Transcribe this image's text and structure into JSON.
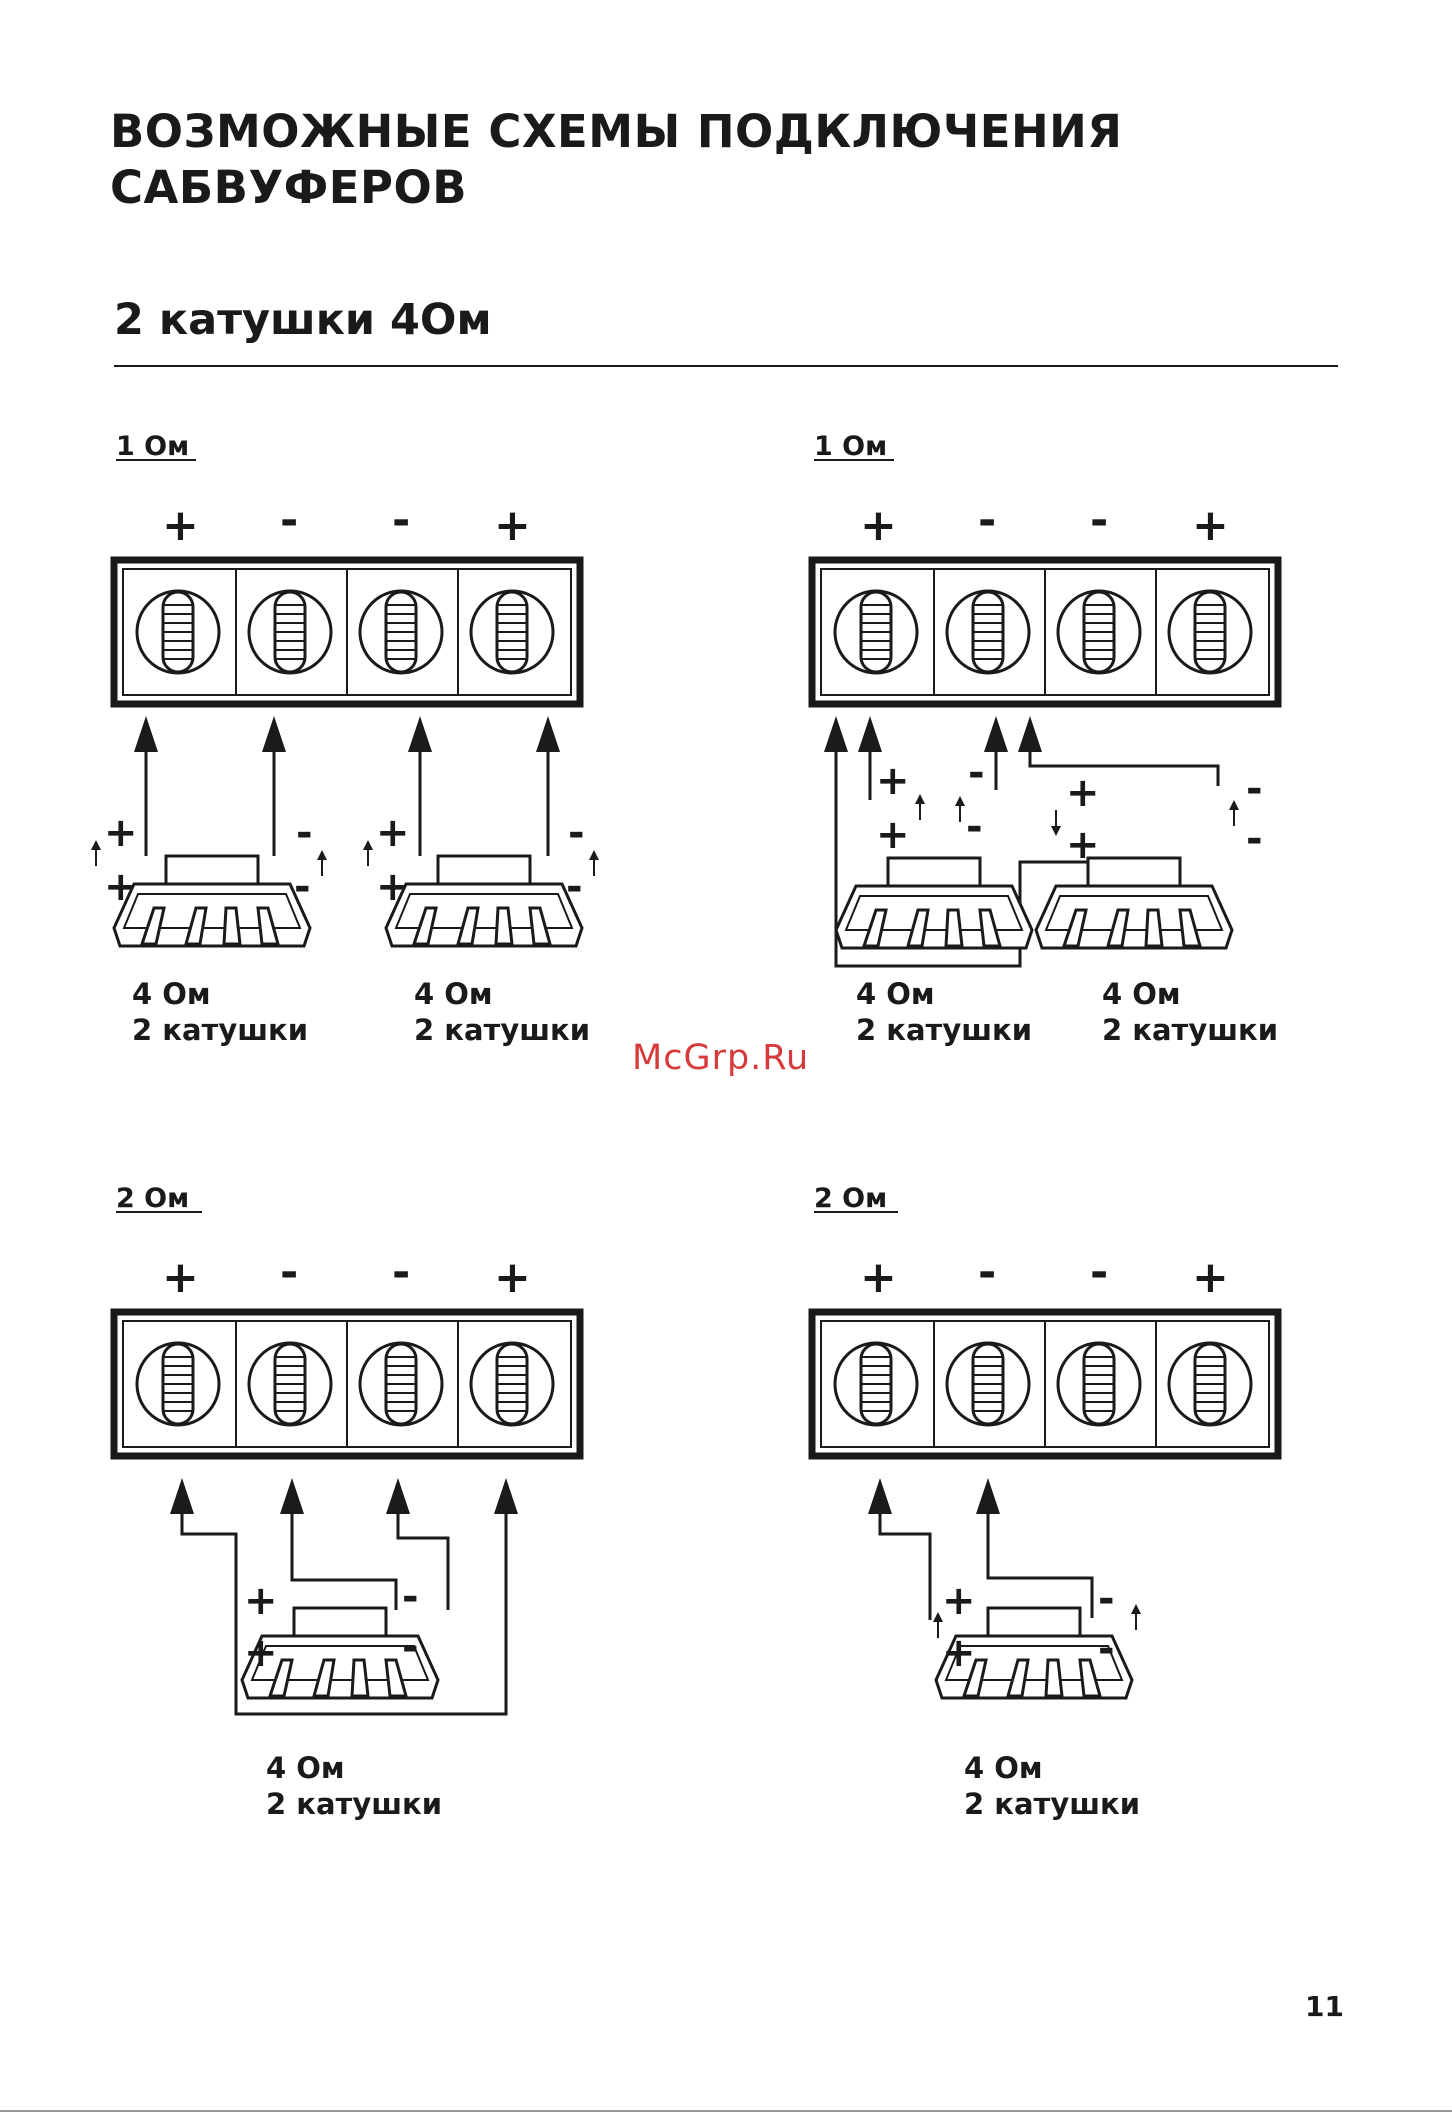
{
  "page": {
    "title_line1": "ВОЗМОЖНЫЕ СХЕМЫ ПОДКЛЮЧЕНИЯ",
    "title_line2": "САБВУФЕРОВ",
    "section_title": "2 катушки 4Ом",
    "watermark": "McGrp.Ru",
    "page_number": "11"
  },
  "terminal_polarity": [
    "+",
    "-",
    "-",
    "+"
  ],
  "coil_polarity": [
    "+",
    "-"
  ],
  "diagrams": [
    {
      "impedance": "1 Ом",
      "speakers": [
        {
          "impedance": "4 Ом",
          "coils": "2 катушки"
        },
        {
          "impedance": "4 Ом",
          "coils": "2 катушки"
        }
      ]
    },
    {
      "impedance": "1 Ом",
      "speakers": [
        {
          "impedance": "4 Ом",
          "coils": "2 катушки"
        },
        {
          "impedance": "4 Ом",
          "coils": "2 катушки"
        }
      ]
    },
    {
      "impedance": "2 Ом",
      "speakers": [
        {
          "impedance": "4 Ом",
          "coils": "2 катушки"
        }
      ]
    },
    {
      "impedance": "2 Ом",
      "speakers": [
        {
          "impedance": "4 Ом",
          "coils": "2 катушки"
        }
      ]
    }
  ]
}
